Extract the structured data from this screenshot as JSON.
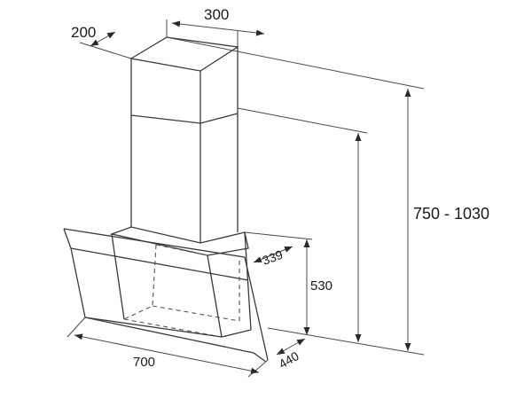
{
  "dimensions": {
    "chimney_depth": "200",
    "chimney_width": "300",
    "total_height": "750 - 1030",
    "hood_height": "530",
    "hood_offset": "339",
    "hood_depth": "440",
    "hood_width": "700"
  },
  "colors": {
    "line": "#3a3a3a",
    "text": "#1a1a1a",
    "background": "#ffffff"
  }
}
